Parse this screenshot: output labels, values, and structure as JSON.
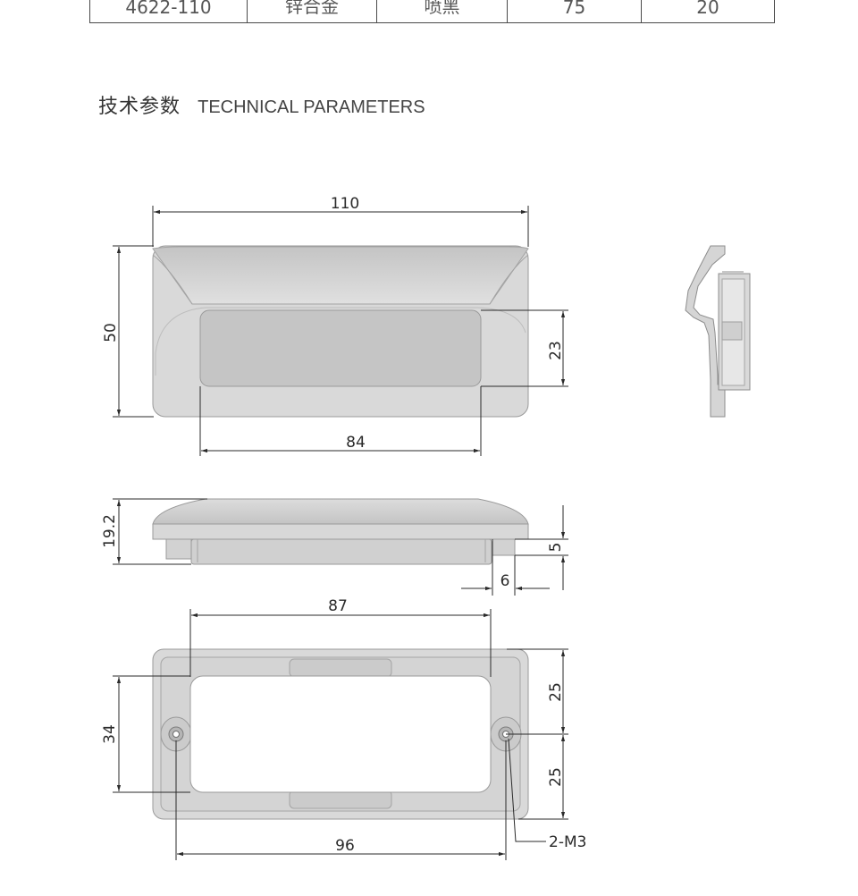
{
  "spec_table": {
    "row": [
      "4622-110",
      "锌合金",
      "喷黑",
      "75",
      "20"
    ]
  },
  "section": {
    "title_zh": "技术参数",
    "title_en": "TECHNICAL PARAMETERS"
  },
  "dimensions": {
    "front_width": "110",
    "front_height": "50",
    "recess_height": "23",
    "recess_width": "84",
    "side_height": "19.2",
    "flange_offset": "5",
    "step_width": "6",
    "back_opening_width": "87",
    "back_opening_height": "34",
    "hole_to_top": "25",
    "hole_to_bottom": "25",
    "hole_spacing": "96",
    "thread_callout": "2-M3"
  }
}
